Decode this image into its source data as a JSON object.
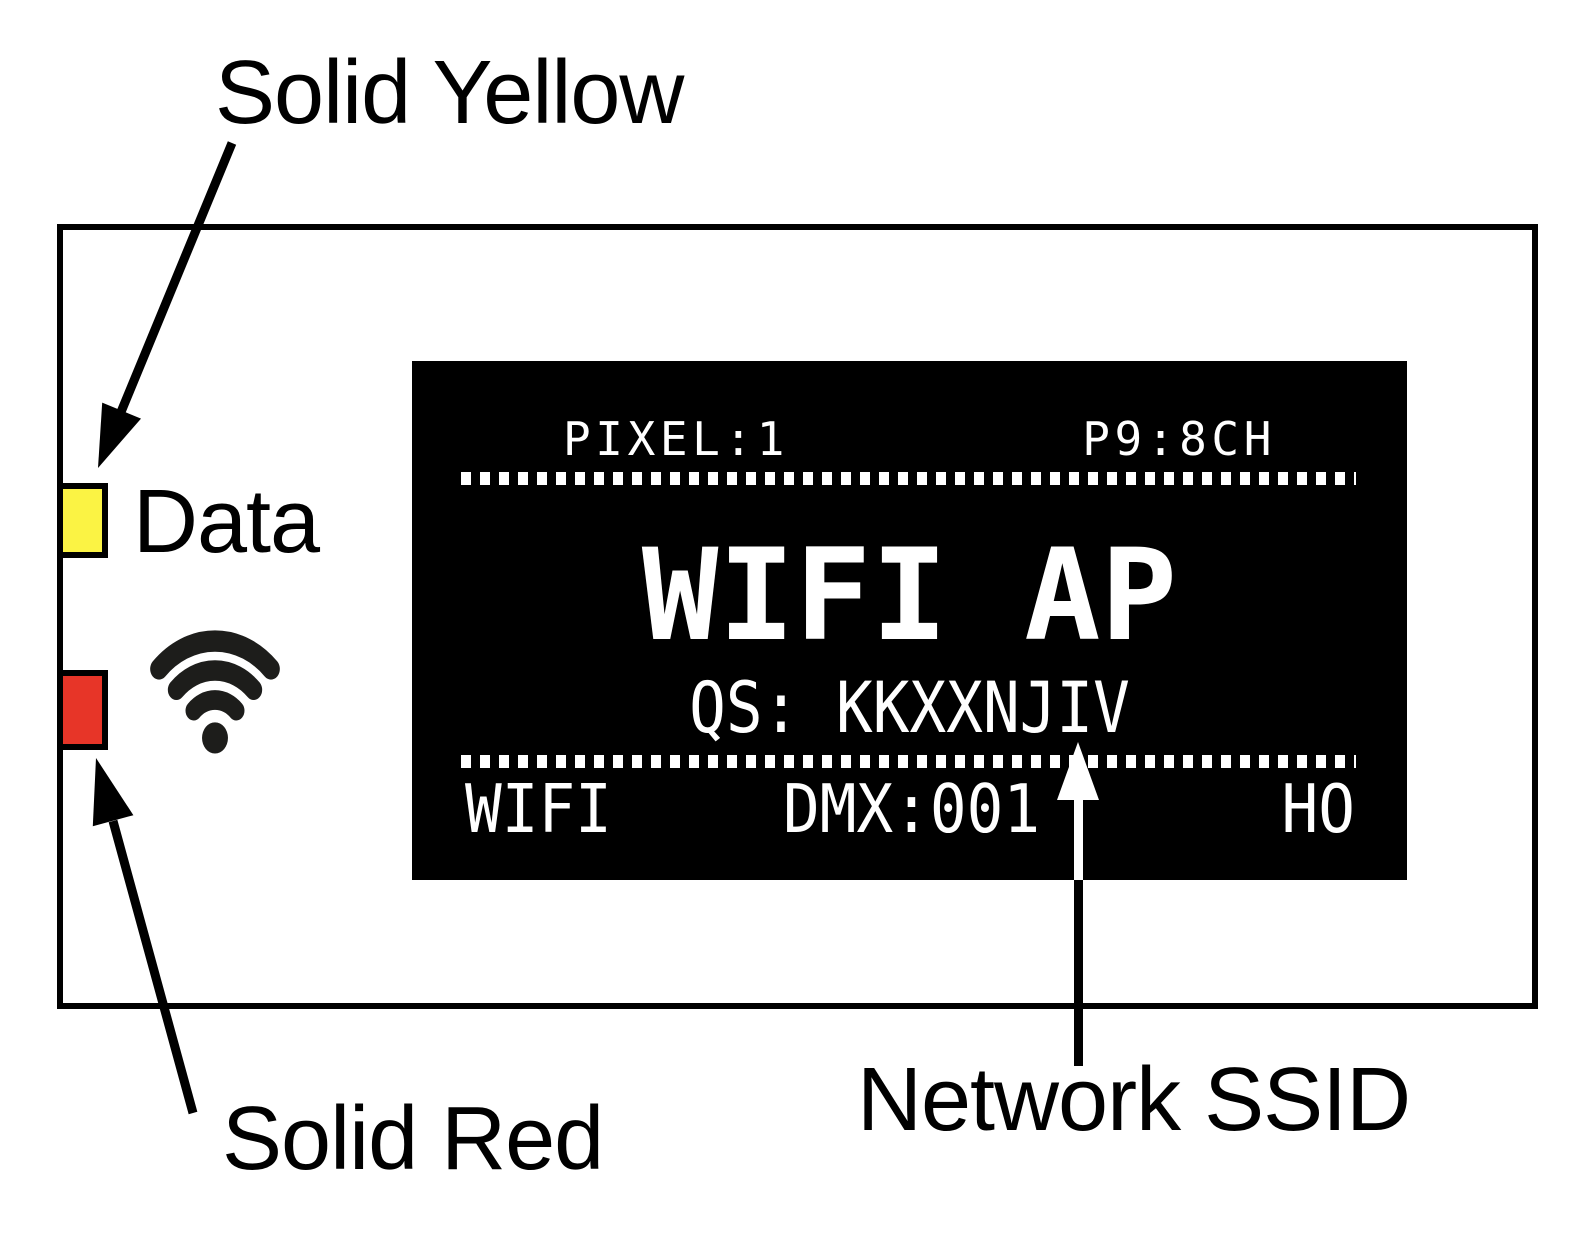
{
  "annotations": {
    "solid_yellow": "Solid Yellow",
    "solid_red": "Solid Red",
    "network_ssid": "Network SSID",
    "data_led_label": "Data"
  },
  "lcd": {
    "top_left": "PIXEL:1",
    "top_right": "P9:8CH",
    "title": "WIFI AP",
    "subtitle": "QS: KKXXNJIV",
    "bottom_left": "WIFI",
    "bottom_center": "DMX:001",
    "bottom_right": "HO"
  },
  "colors": {
    "ink": "#000000",
    "led_yellow": "#FBF344",
    "led_red": "#E73528",
    "lcd_bg": "#000000",
    "lcd_text": "#FFFFFF",
    "wifi_icon": "#1D1D1B"
  }
}
